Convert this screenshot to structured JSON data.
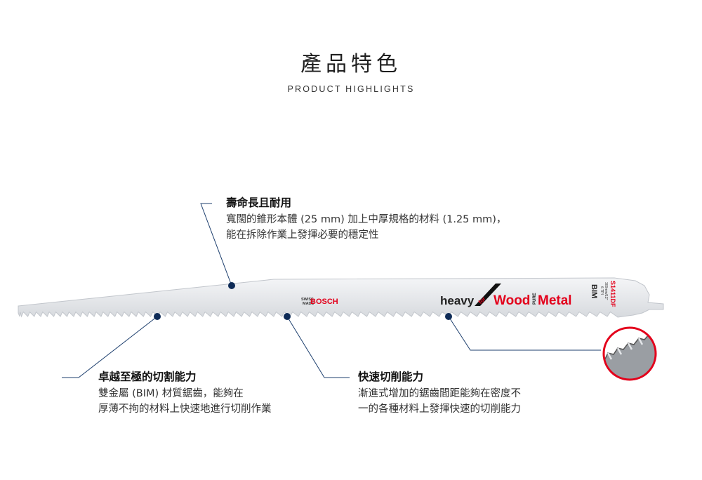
{
  "header": {
    "title": "產品特色",
    "subtitle": "PRODUCT HIGHLIGHTS"
  },
  "blade": {
    "made_label_line1": "SWISS",
    "made_label_line2": "MADE",
    "brand": "BOSCH",
    "tag_heavy": "heavy",
    "tag_for": "for",
    "tag_wood": "Wood",
    "tag_pure": "PURE",
    "tag_metal": "Metal",
    "code": "S1411DF",
    "size": "300mm/12\"",
    "tpi": "6 TPI",
    "material": "BIM"
  },
  "features": [
    {
      "title": "壽命長且耐用",
      "lines": [
        "寬闊的錐形本體 (25 mm) 加上中厚規格的材料 (1.25 mm)，",
        "能在拆除作業上發揮必要的穩定性"
      ]
    },
    {
      "title": "卓越至極的切割能力",
      "lines": [
        "雙金屬 (BIM) 材質鋸齒，能夠在",
        "厚薄不拘的材料上快速地進行切削作業"
      ]
    },
    {
      "title": "快速切削能力",
      "lines": [
        "漸進式增加的鋸齒間距能夠在密度不",
        "一的各種材料上發揮快速的切削能力"
      ]
    }
  ],
  "colors": {
    "line": "#1d3f6e",
    "dot": "#0e2b57",
    "zoom_ring": "#e3001b",
    "blade_fill": "#e9ebee",
    "brand_red": "#e3001b"
  }
}
